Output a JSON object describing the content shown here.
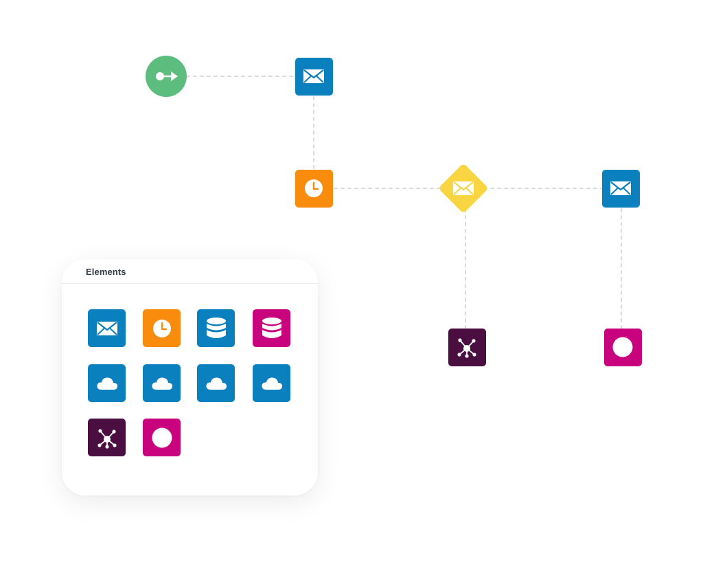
{
  "colors": {
    "blue": "#0a80bf",
    "orange": "#f98c0c",
    "magenta": "#c8037d",
    "purple": "#4a0e40",
    "green": "#5cbd7e",
    "yellow": "#f9d541",
    "connector": "#d9d9d9"
  },
  "panel": {
    "title": "Elements",
    "items": [
      {
        "icon": "envelope-icon",
        "color": "blue"
      },
      {
        "icon": "clock-icon",
        "color": "orange"
      },
      {
        "icon": "database-icon",
        "color": "blue"
      },
      {
        "icon": "database-icon",
        "color": "magenta"
      },
      {
        "icon": "cloud-icon",
        "color": "blue"
      },
      {
        "icon": "cloud-icon",
        "color": "blue"
      },
      {
        "icon": "cloud-icon",
        "color": "blue"
      },
      {
        "icon": "cloud-icon",
        "color": "blue"
      },
      {
        "icon": "network-hub-icon",
        "color": "purple"
      },
      {
        "icon": "circle-end-icon",
        "color": "magenta"
      }
    ]
  },
  "flow": {
    "nodes": [
      {
        "id": "start",
        "shape": "circle",
        "icon": "start-arrow-icon",
        "color": "green"
      },
      {
        "id": "email-1",
        "shape": "square",
        "icon": "envelope-icon",
        "color": "blue"
      },
      {
        "id": "wait",
        "shape": "square",
        "icon": "clock-icon",
        "color": "orange"
      },
      {
        "id": "email-decision",
        "shape": "diamond",
        "icon": "envelope-icon",
        "color": "yellow"
      },
      {
        "id": "email-2",
        "shape": "square",
        "icon": "envelope-icon",
        "color": "blue"
      },
      {
        "id": "hub",
        "shape": "square",
        "icon": "network-hub-icon",
        "color": "purple"
      },
      {
        "id": "end",
        "shape": "square",
        "icon": "circle-end-icon",
        "color": "magenta"
      }
    ],
    "edges": [
      {
        "from": "start",
        "to": "email-1"
      },
      {
        "from": "email-1",
        "to": "wait"
      },
      {
        "from": "wait",
        "to": "email-decision"
      },
      {
        "from": "email-decision",
        "to": "email-2"
      },
      {
        "from": "email-decision",
        "to": "hub"
      },
      {
        "from": "email-2",
        "to": "end"
      }
    ]
  }
}
